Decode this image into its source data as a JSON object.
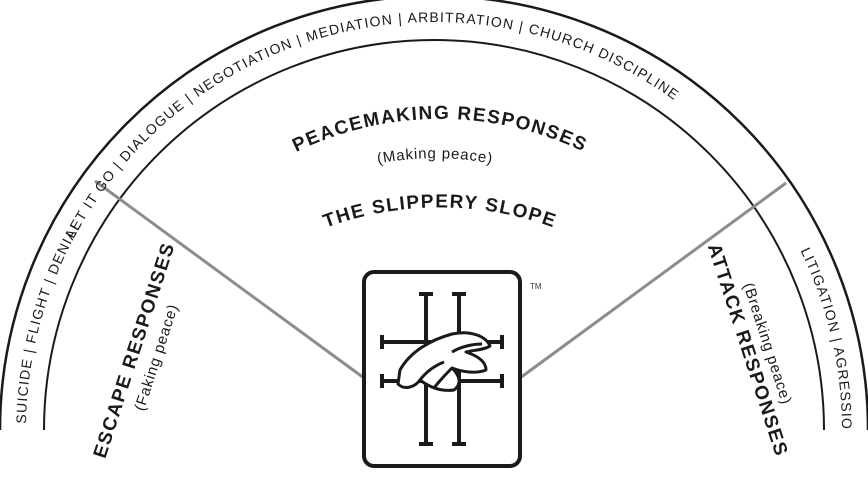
{
  "arc_ring": {
    "escape_items": "SUICIDE | FLIGHT | DENIAL",
    "peacemaking_items": "LET IT GO | DIALOGUE | NEGOTIATION | MEDIATION | ARBITRATION | CHURCH DISCIPLINE",
    "attack_items": "LITIGATION | AGRESSION | MURDER"
  },
  "center": {
    "title": "PEACEMAKING RESPONSES",
    "subtitle": "(Making  peace)",
    "slope_label": "THE SLIPPERY SLOPE"
  },
  "escape": {
    "title": "ESCAPE RESPONSES",
    "subtitle": "(Faking  peace)"
  },
  "attack": {
    "title": "ATTACK RESPONSES",
    "subtitle": "(Breaking  peace)"
  },
  "logo": {
    "trademark": "TM"
  },
  "colors": {
    "ink": "#1a1a1a",
    "divider": "#8c8c8c"
  }
}
